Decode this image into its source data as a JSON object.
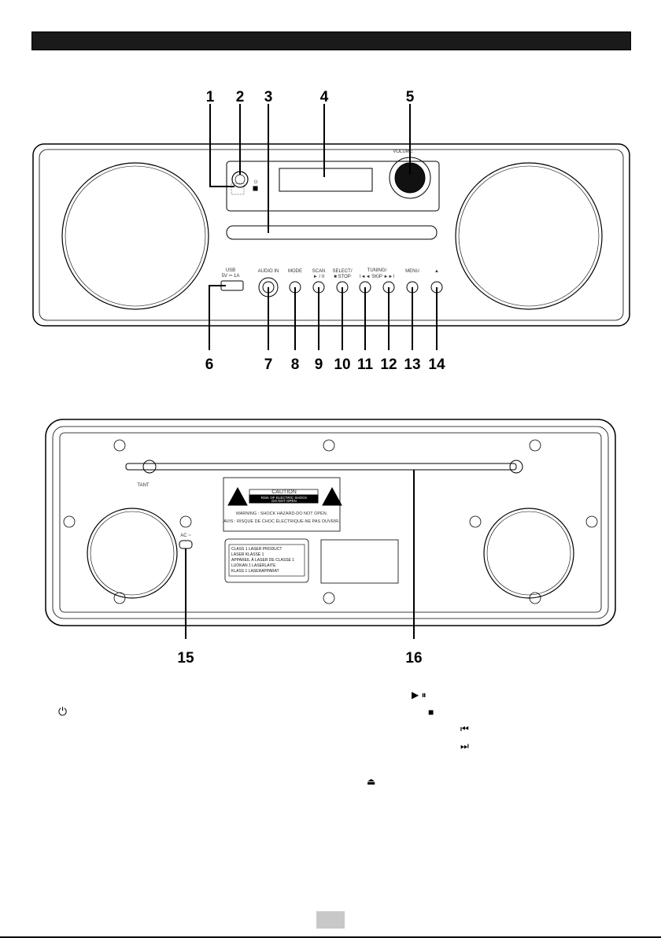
{
  "header": {
    "title": ""
  },
  "front": {
    "callouts": [
      "1",
      "2",
      "3",
      "4",
      "5",
      "6",
      "7",
      "8",
      "9",
      "10",
      "11",
      "12",
      "13",
      "14"
    ],
    "panel_labels": {
      "usb": "USB",
      "usb_rating": "5V ⎓ 1A",
      "audio_in": "AUDIO IN",
      "mode": "MODE",
      "scan": "SCAN",
      "scan_sub": "► / II",
      "select": "SELECT/",
      "select_sub": "■ STOP",
      "tuning": "TUNING/",
      "tuning_sub": "I◄◄  SKIP  ►►I",
      "menu": "MENU",
      "eject": "▲",
      "volume": "VOLUME",
      "power": "⏻"
    }
  },
  "rear": {
    "callouts": [
      "15",
      "16"
    ],
    "tant": "TANT",
    "ac": "AC ~",
    "caution": {
      "title": "CAUTION",
      "line1": "RISK OF ELECTRIC SHOCK",
      "line2": "DO NOT OPEN",
      "warning_en": "WARNING : SHOCK HAZARD-DO NOT OPEN.",
      "warning_fr": "AVIS : RISQUE DE CHOC ÉLECTRIQUE-NE PAS OUVRIR."
    },
    "laser": [
      "CLASS 1 LASER PRODUCT",
      "LASER KLASSE 1",
      "APPAREIL À LASER DE CLASSE 1",
      "LUOKAN 1 LASERLAITE",
      "KLASS 1 LASERAPPARAT"
    ]
  },
  "legend_icons": {
    "power": "power-icon",
    "play_pause": "play-pause-icon",
    "stop": "stop-icon",
    "prev": "skip-back-icon",
    "next": "skip-forward-icon",
    "eject": "eject-icon"
  }
}
